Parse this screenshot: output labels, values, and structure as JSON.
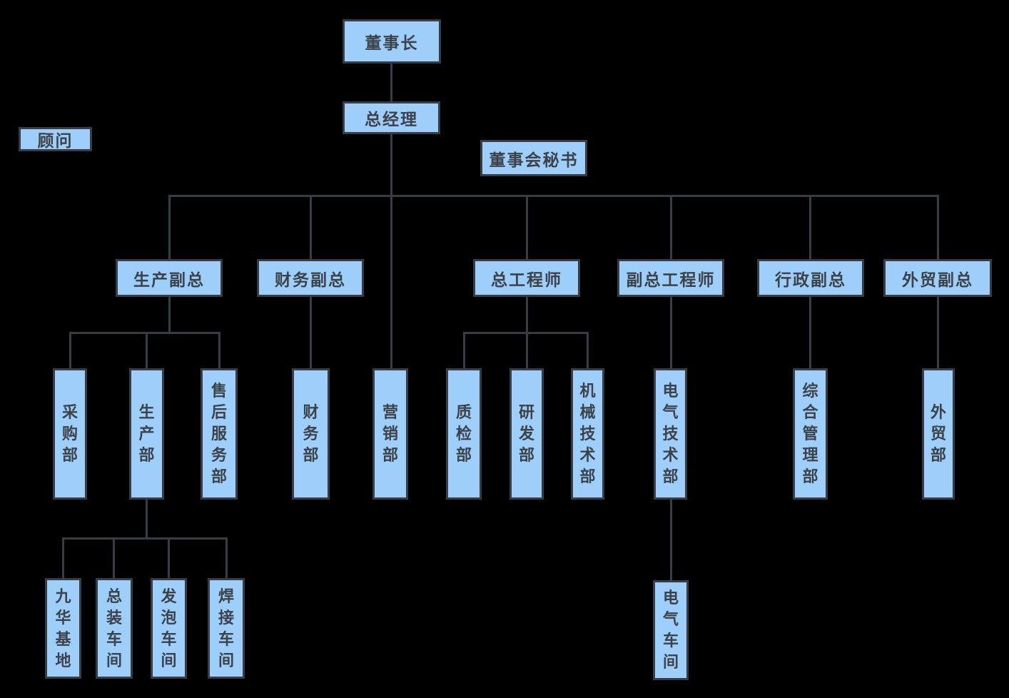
{
  "diagram": {
    "type": "org-chart",
    "background_color": "#000000",
    "node_fill_color": "#9DCFFA",
    "node_border_color": "#383D45",
    "connector_color": "#383D45",
    "text_color": "#3D4248"
  },
  "nodes": {
    "chairman": "董事长",
    "general_manager": "总经理",
    "advisor": "顾问",
    "board_secretary": "董事会秘书",
    "production_vp": "生产副总",
    "finance_vp": "财务副总",
    "chief_engineer": "总工程师",
    "deputy_chief_engineer": "副总工程师",
    "admin_vp": "行政副总",
    "foreign_trade_vp": "外贸副总",
    "purchasing_dept": "采购部",
    "production_dept": "生产部",
    "after_sales_service_dept": "售后服务部",
    "finance_dept": "财务部",
    "marketing_dept": "营销部",
    "quality_inspection_dept": "质检部",
    "rnd_dept": "研发部",
    "mechanical_tech_dept": "机械技术部",
    "electrical_tech_dept": "电气技术部",
    "general_management_dept": "综合管理部",
    "foreign_trade_dept": "外贸部",
    "jiuhua_base": "九华基地",
    "assembly_workshop": "总装车间",
    "foaming_workshop": "发泡车间",
    "welding_workshop": "焊接车间",
    "electrical_workshop": "电气车间"
  },
  "edges": [
    [
      "chairman",
      "general_manager"
    ],
    [
      "general_manager",
      "production_vp"
    ],
    [
      "general_manager",
      "finance_vp"
    ],
    [
      "general_manager",
      "marketing_dept"
    ],
    [
      "general_manager",
      "chief_engineer"
    ],
    [
      "general_manager",
      "deputy_chief_engineer"
    ],
    [
      "general_manager",
      "admin_vp"
    ],
    [
      "general_manager",
      "foreign_trade_vp"
    ],
    [
      "production_vp",
      "purchasing_dept"
    ],
    [
      "production_vp",
      "production_dept"
    ],
    [
      "production_vp",
      "after_sales_service_dept"
    ],
    [
      "finance_vp",
      "finance_dept"
    ],
    [
      "chief_engineer",
      "quality_inspection_dept"
    ],
    [
      "chief_engineer",
      "rnd_dept"
    ],
    [
      "chief_engineer",
      "mechanical_tech_dept"
    ],
    [
      "deputy_chief_engineer",
      "electrical_tech_dept"
    ],
    [
      "admin_vp",
      "general_management_dept"
    ],
    [
      "foreign_trade_vp",
      "foreign_trade_dept"
    ],
    [
      "production_dept",
      "jiuhua_base"
    ],
    [
      "production_dept",
      "assembly_workshop"
    ],
    [
      "production_dept",
      "foaming_workshop"
    ],
    [
      "production_dept",
      "welding_workshop"
    ],
    [
      "electrical_tech_dept",
      "electrical_workshop"
    ]
  ]
}
